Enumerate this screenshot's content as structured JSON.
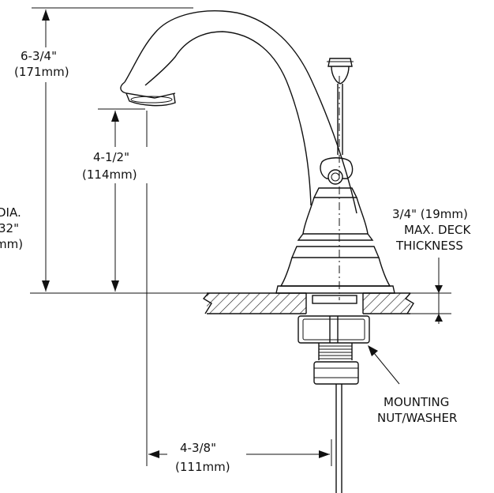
{
  "labels": {
    "spout_height_in": "6-3/4\"",
    "spout_height_mm": "(171mm)",
    "spout_clearance_in": "4-1/2\"",
    "spout_clearance_mm": "(114mm)",
    "hole_dia_1": "DIA.",
    "hole_dia_2": "32\"",
    "hole_dia_3": "mm)",
    "deck_1": "3/4\" (19mm)",
    "deck_2": "MAX. DECK",
    "deck_3": "THICKNESS",
    "nut_1": "MOUNTING",
    "nut_2": "NUT/WASHER",
    "reach_in": "4-3/8\"",
    "reach_mm": "(111mm)"
  }
}
